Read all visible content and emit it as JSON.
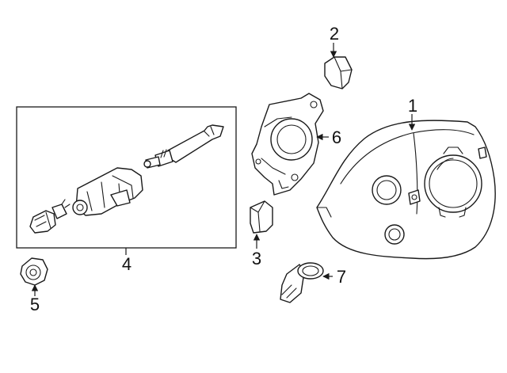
{
  "diagram": {
    "callouts": {
      "part_1": "1",
      "part_2": "2",
      "part_3": "3",
      "part_4": "4",
      "part_5": "5",
      "part_6": "6",
      "part_7": "7"
    },
    "colors": {
      "line": "#1a1a1a",
      "fill": "#ffffff",
      "background": "#ffffff"
    }
  }
}
